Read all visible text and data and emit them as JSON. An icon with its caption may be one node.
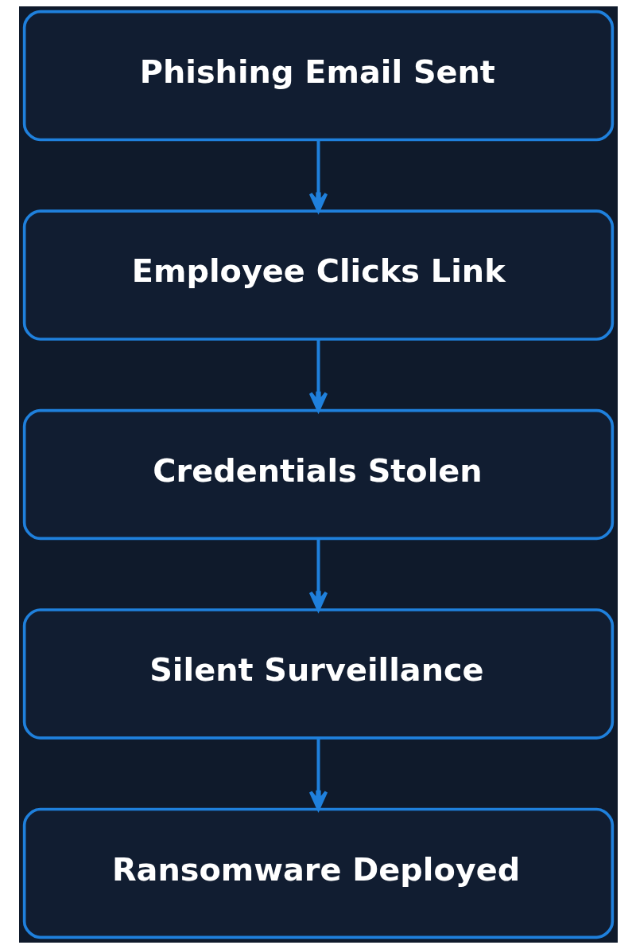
{
  "diagram": {
    "nodes": [
      {
        "text": [
          "Phishing Email Sent"
        ]
      },
      {
        "text": [
          "Employee Clicks Link"
        ]
      },
      {
        "text": [
          "Credentials Stolen"
        ]
      },
      {
        "text": [
          "Silent Surveillance"
        ]
      },
      {
        "text": [
          "Ransomware Deployed"
        ]
      }
    ],
    "edges": [
      {
        "from": 0,
        "to": 1,
        "arrow": "to"
      },
      {
        "from": 1,
        "to": 2,
        "arrow": "to"
      },
      {
        "from": 2,
        "to": 3,
        "arrow": "to"
      },
      {
        "from": 3,
        "to": 4,
        "arrow": "to"
      }
    ]
  }
}
